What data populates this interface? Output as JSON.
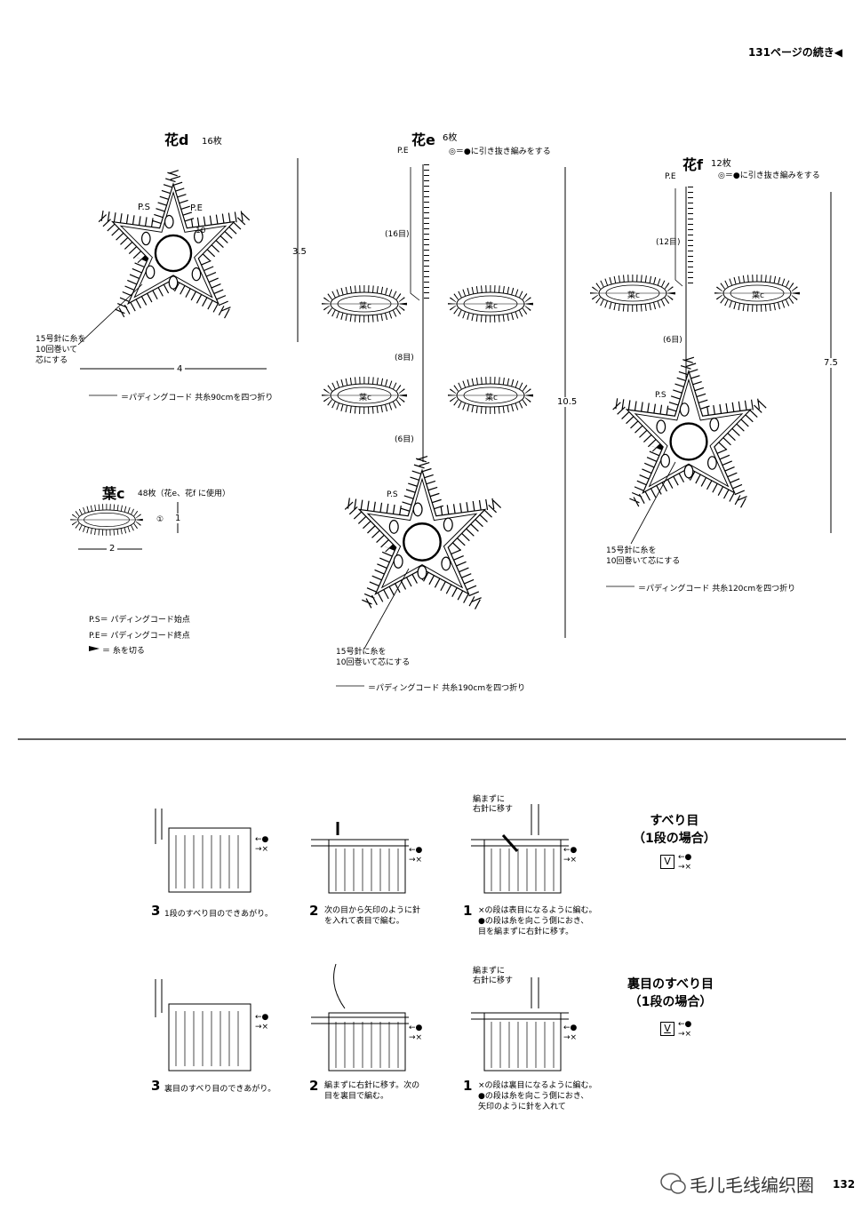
{
  "header": {
    "continued": "131ページの続き◀"
  },
  "flower_d": {
    "title": "花d",
    "count": "16枚",
    "dim_h": "3.5",
    "dim_w": "4",
    "ps": "P.S",
    "pe": "P.E",
    "note": "15号針に糸を\n10回巻いて\n芯にする",
    "cord": "＝パディングコード 共糸90cmを四つ折り",
    "center_mark": "10"
  },
  "flower_e": {
    "title": "花e",
    "count": "6枚",
    "slip_note": "◎＝●に引き抜き編みをする",
    "pe": "P.E",
    "ps": "P.S",
    "rows": [
      "(16目)",
      "(8目)",
      "(6目)"
    ],
    "leaf": "葉c",
    "dim_h": "10.5",
    "note": "15号針に糸を\n10回巻いて芯にする",
    "cord": "＝パディングコード 共糸190cmを四つ折り"
  },
  "flower_f": {
    "title": "花f",
    "count": "12枚",
    "slip_note": "◎＝●に引き抜き編みをする",
    "pe": "P.E",
    "ps": "P.S",
    "rows": [
      "(12目)",
      "(6目)"
    ],
    "leaf": "葉c",
    "dim_h": "7.5",
    "note": "15号針に糸を\n10回巻いて芯にする",
    "cord": "＝パディングコード 共糸120cmを四つ折り"
  },
  "leaf_c": {
    "title": "葉c",
    "count": "48枚（花e、花f に使用）",
    "dim_w": "2",
    "dim_h": "1",
    "round": "①"
  },
  "legend": {
    "ps": "P.S＝ パディングコード始点",
    "pe": "P.E＝ パディングコード終点",
    "cut": "＝ 糸を切る"
  },
  "slip_stitch": {
    "title": "すべり目\n（1段の場合）",
    "symbol": "V",
    "steps": [
      {
        "num": "3",
        "text": "1段のすべり目のできあがり。"
      },
      {
        "num": "2",
        "text": "次の目から矢印のように針\nを入れて表目で編む。"
      },
      {
        "num": "1",
        "text": "×の段は表目になるように編む。\n●の段は糸を向こう側におき、\n目を編まずに右針に移す。"
      }
    ],
    "callout": "編まずに\n右針に移す"
  },
  "purl_slip_stitch": {
    "title": "裏目のすべり目\n（1段の場合）",
    "symbol": "V",
    "steps": [
      {
        "num": "3",
        "text": "裏目のすべり目のできあがり。"
      },
      {
        "num": "2",
        "text": "編まずに右針に移す。次の\n目を裏目で編む。"
      },
      {
        "num": "1",
        "text": "×の段は裏目になるように編む。\n●の段は糸を向こう側におき、\n矢印のように針を入れて"
      }
    ],
    "callout": "編まずに\n右針に移す"
  },
  "marks": {
    "dot": "●",
    "cross": "×",
    "arrow": "←",
    "arrow_r": "→"
  },
  "footer": {
    "brand": "毛儿毛线编织圈",
    "page": "132"
  }
}
